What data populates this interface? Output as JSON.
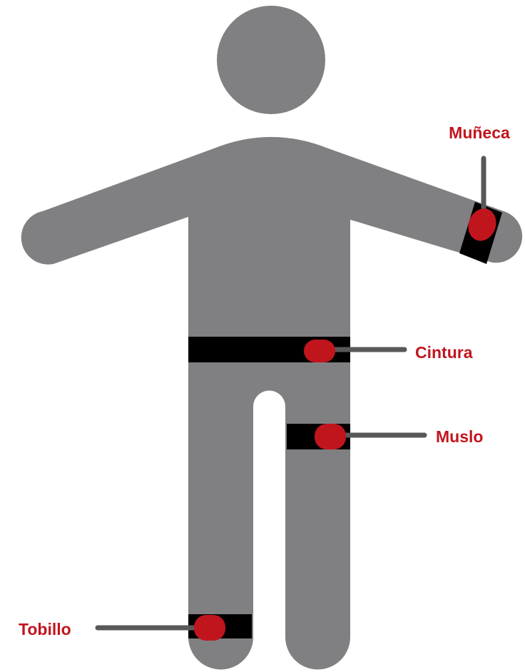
{
  "colors": {
    "body": "#808083",
    "strap": "#000000",
    "sensor": "#c1151e",
    "leader": "#58585a",
    "label": "#c1151e",
    "background": "#ffffff"
  },
  "labels": {
    "wrist": "Muñeca",
    "waist": "Cintura",
    "thigh": "Muslo",
    "ankle": "Tobillo"
  }
}
